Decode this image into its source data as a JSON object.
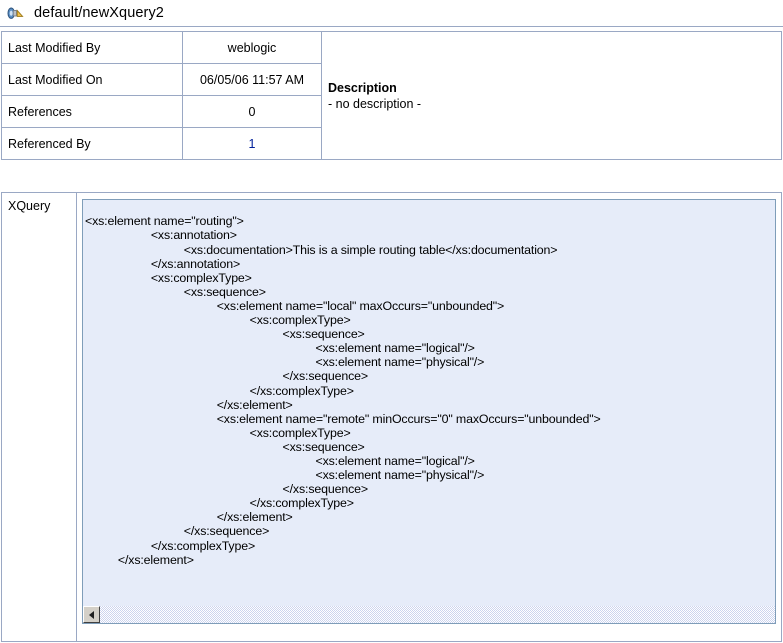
{
  "window": {
    "title": "default/newXquery2",
    "icon": "xquery-resource-icon"
  },
  "info_table": {
    "rows": [
      {
        "label": "Last Modified By",
        "value": "weblogic",
        "is_link": false
      },
      {
        "label": "Last Modified On",
        "value": "06/05/06 11:57 AM",
        "is_link": false
      },
      {
        "label": "References",
        "value": "0",
        "is_link": false
      },
      {
        "label": "Referenced By",
        "value": "1",
        "is_link": true
      }
    ],
    "link_color": "#00209a"
  },
  "description": {
    "heading": "Description",
    "body": "- no description -"
  },
  "xquery": {
    "label": "XQuery",
    "code": "<xs:element name=\"routing\">\n                    <xs:annotation>\n                              <xs:documentation>This is a simple routing table</xs:documentation>\n                    </xs:annotation>\n                    <xs:complexType>\n                              <xs:sequence>\n                                        <xs:element name=\"local\" maxOccurs=\"unbounded\">\n                                                  <xs:complexType>\n                                                            <xs:sequence>\n                                                                      <xs:element name=\"logical\"/>\n                                                                      <xs:element name=\"physical\"/>\n                                                            </xs:sequence>\n                                                  </xs:complexType>\n                                        </xs:element>\n                                        <xs:element name=\"remote\" minOccurs=\"0\" maxOccurs=\"unbounded\">\n                                                  <xs:complexType>\n                                                            <xs:sequence>\n                                                                      <xs:element name=\"logical\"/>\n                                                                      <xs:element name=\"physical\"/>\n                                                            </xs:sequence>\n                                                  </xs:complexType>\n                                        </xs:element>\n                              </xs:sequence>\n                    </xs:complexType>\n          </xs:element>",
    "background": "#e6ecf9",
    "border": "#7f9db9"
  },
  "scrollbar": {
    "left_arrow": "scroll-left-arrow-icon",
    "orientation": "horizontal"
  }
}
